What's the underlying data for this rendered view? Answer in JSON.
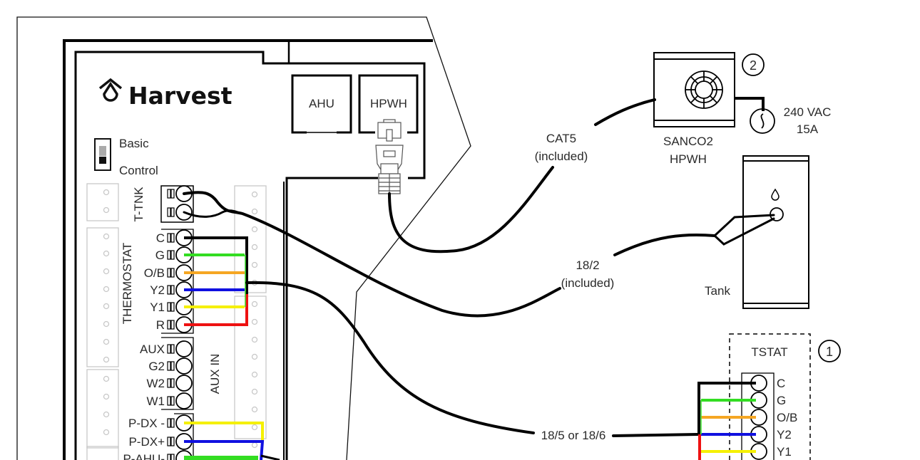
{
  "controller": {
    "brand": "Harvest",
    "switch": {
      "top_label": "Basic",
      "bottom_label": "Control"
    },
    "ports": {
      "ahu": "AHU",
      "hpwh": "HPWH"
    },
    "groups": {
      "t_tnk": "T-TNK",
      "thermostat": "THERMOSTAT",
      "aux_in": "AUX IN"
    },
    "terminals": {
      "thermostat": [
        "C",
        "G",
        "O/B",
        "Y2",
        "Y1",
        "R"
      ],
      "aux": [
        "AUX",
        "G2",
        "W2",
        "W1"
      ],
      "pump": [
        "P-DX -",
        "P-DX+",
        "P-AHU-"
      ]
    }
  },
  "cables": {
    "cat5": {
      "line1": "CAT5",
      "line2": "(included)"
    },
    "sensor": {
      "line1": "18/2",
      "line2": "(included)"
    },
    "tstat": {
      "label": "18/5 or 18/6"
    }
  },
  "devices": {
    "hpwh": {
      "line1": "SANCO2",
      "line2": "HPWH",
      "badge": "2"
    },
    "power": {
      "line1": "240 VAC",
      "line2": "15A"
    },
    "tank": {
      "label": "Tank"
    },
    "tstat": {
      "title": "TSTAT",
      "badge": "1",
      "terminals": [
        "C",
        "G",
        "O/B",
        "Y2",
        "Y1"
      ]
    }
  },
  "wire_colors": {
    "C": "#000000",
    "G": "#33dd22",
    "O/B": "#f5a623",
    "Y2": "#1010e0",
    "Y1": "#f5f000",
    "R": "#ee1111"
  }
}
